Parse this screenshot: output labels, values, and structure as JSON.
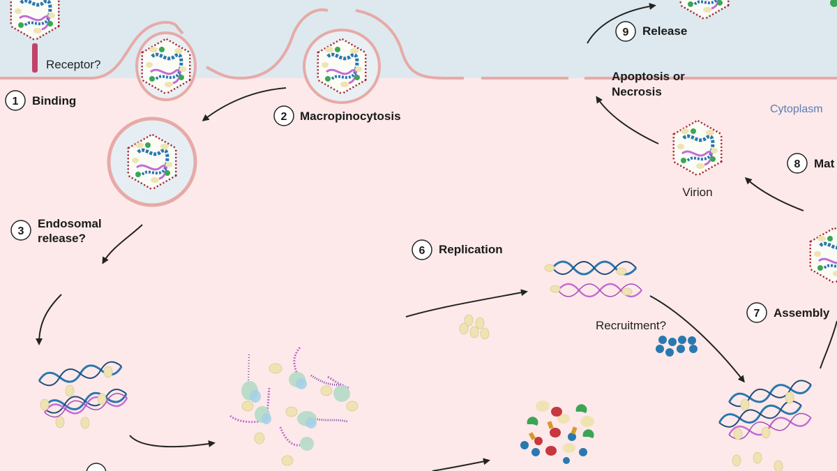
{
  "colors": {
    "extracellular": "#dde9ef",
    "cytoplasm": "#fde9e9",
    "membrane": "#e7aaa7",
    "capsid": "#a5202c",
    "dna_blue": "#2a78b0",
    "rna_purple": "#c36bd6",
    "protein_yellow": "#efe3b4",
    "protein_green": "#3aa655",
    "cytoplasm_label": "#5b7bb4"
  },
  "steps": {
    "s1": {
      "num": "1",
      "label": "Binding"
    },
    "s2": {
      "num": "2",
      "label": "Macropinocytosis"
    },
    "s3": {
      "num": "3",
      "label_line1": "Endosomal",
      "label_line2": "release?"
    },
    "s6": {
      "num": "6",
      "label": "Replication"
    },
    "s7": {
      "num": "7",
      "label": "Assembly"
    },
    "s8": {
      "num": "8",
      "label": "Mat"
    },
    "s9": {
      "num": "9",
      "label": "Release"
    }
  },
  "labels": {
    "receptor": "Receptor?",
    "apoptosis_line1": "Apoptosis or",
    "apoptosis_line2": "Necrosis",
    "cytoplasm": "Cytoplasm",
    "virion": "Virion",
    "recruitment": "Recruitment?"
  },
  "icons": {
    "virus": "hexagonal-capsid-icon",
    "dna": "double-helix-icon",
    "protein": "protein-blob-icon",
    "ribosome": "ribosome-icon",
    "mrna": "mrna-strand-icon"
  }
}
